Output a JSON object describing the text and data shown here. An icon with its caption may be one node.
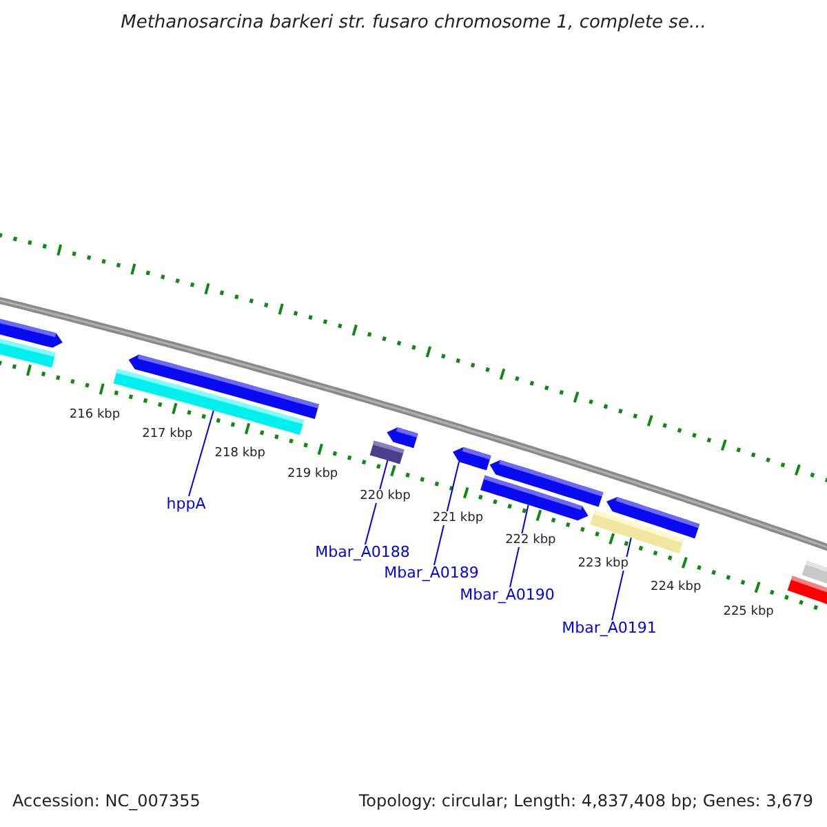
{
  "diagram": {
    "title": "Methanosarcina barkeri str. fusaro chromosome 1, complete se...",
    "nodes": [
      {
        "text": [
          "hppA"
        ]
      },
      {
        "text": [],
        "shape": "bar"
      },
      {
        "text": [
          "Mbar_A0188"
        ]
      },
      {
        "text": [],
        "shape": "bar"
      },
      {
        "text": [
          "Mbar_A0189"
        ]
      },
      {
        "text": [],
        "shape": "bar"
      },
      {
        "text": [
          "Mbar_A0190"
        ]
      },
      {
        "text": [],
        "shape": "bar"
      },
      {
        "text": [
          "Mbar_A0191"
        ]
      },
      {
        "text": [],
        "shape": "bar"
      }
    ],
    "edges": [
      {
        "from": 0,
        "to": 1,
        "arrow": "none"
      },
      {
        "from": 2,
        "to": 3,
        "arrow": "none"
      },
      {
        "from": 4,
        "to": 5,
        "arrow": "none"
      },
      {
        "from": 6,
        "to": 7,
        "arrow": "none"
      },
      {
        "from": 8,
        "to": 9,
        "arrow": "none"
      }
    ],
    "labels": [
      "216 kbp",
      "217 kbp",
      "218 kbp",
      "219 kbp",
      "220 kbp",
      "221 kbp",
      "222 kbp",
      "223 kbp",
      "224 kbp",
      "225 kbp",
      "Accession: NC_007355",
      "Topology: circular; Length: 4,837,408 bp; Genes: 3,679"
    ]
  }
}
